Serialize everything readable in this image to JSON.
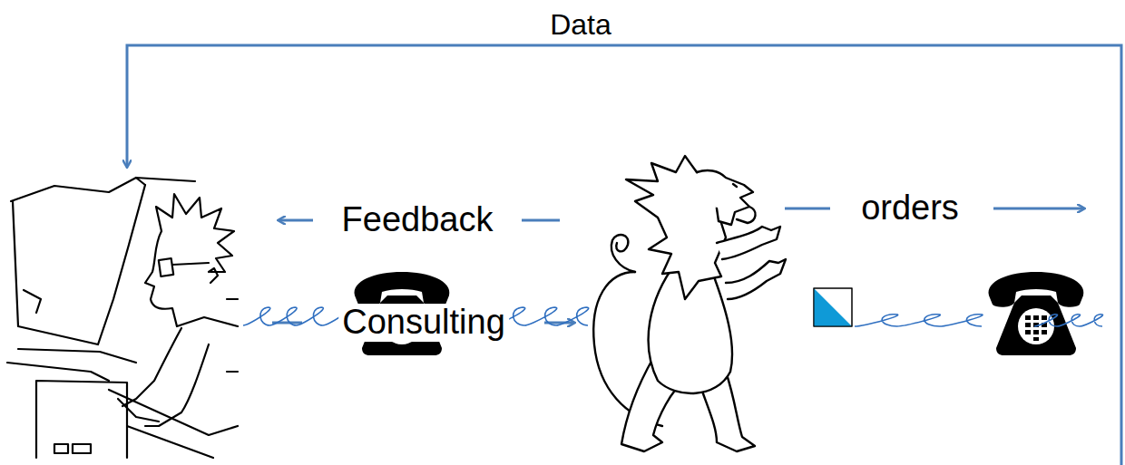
{
  "diagram": {
    "labels": [
      "Data",
      "Feedback",
      "Consulting",
      "orders"
    ]
  }
}
